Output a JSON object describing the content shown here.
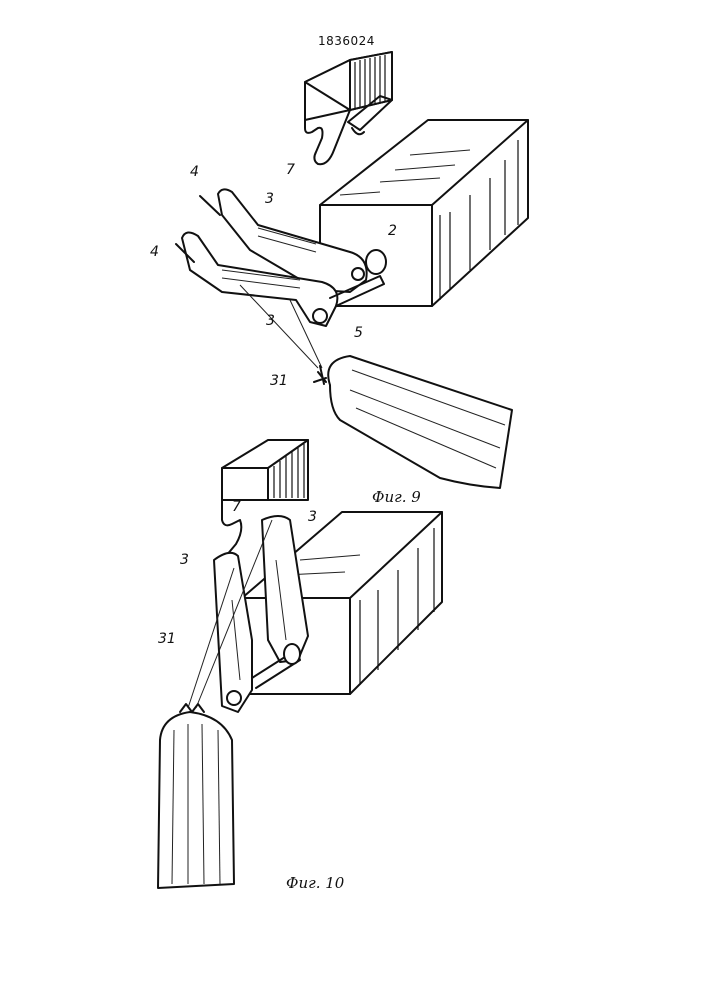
{
  "document": {
    "patent_number": "1836024",
    "figures": [
      {
        "caption": "Фиг. 9",
        "labels": {
          "l7": "7",
          "l4a": "4",
          "l4b": "4",
          "l3a": "3",
          "l3b": "3",
          "l2": "2",
          "l5": "5",
          "l31": "31"
        }
      },
      {
        "caption": "Фиг. 10",
        "labels": {
          "l7": "7",
          "l3a": "3",
          "l3b": "3",
          "l31": "31"
        }
      }
    ]
  }
}
